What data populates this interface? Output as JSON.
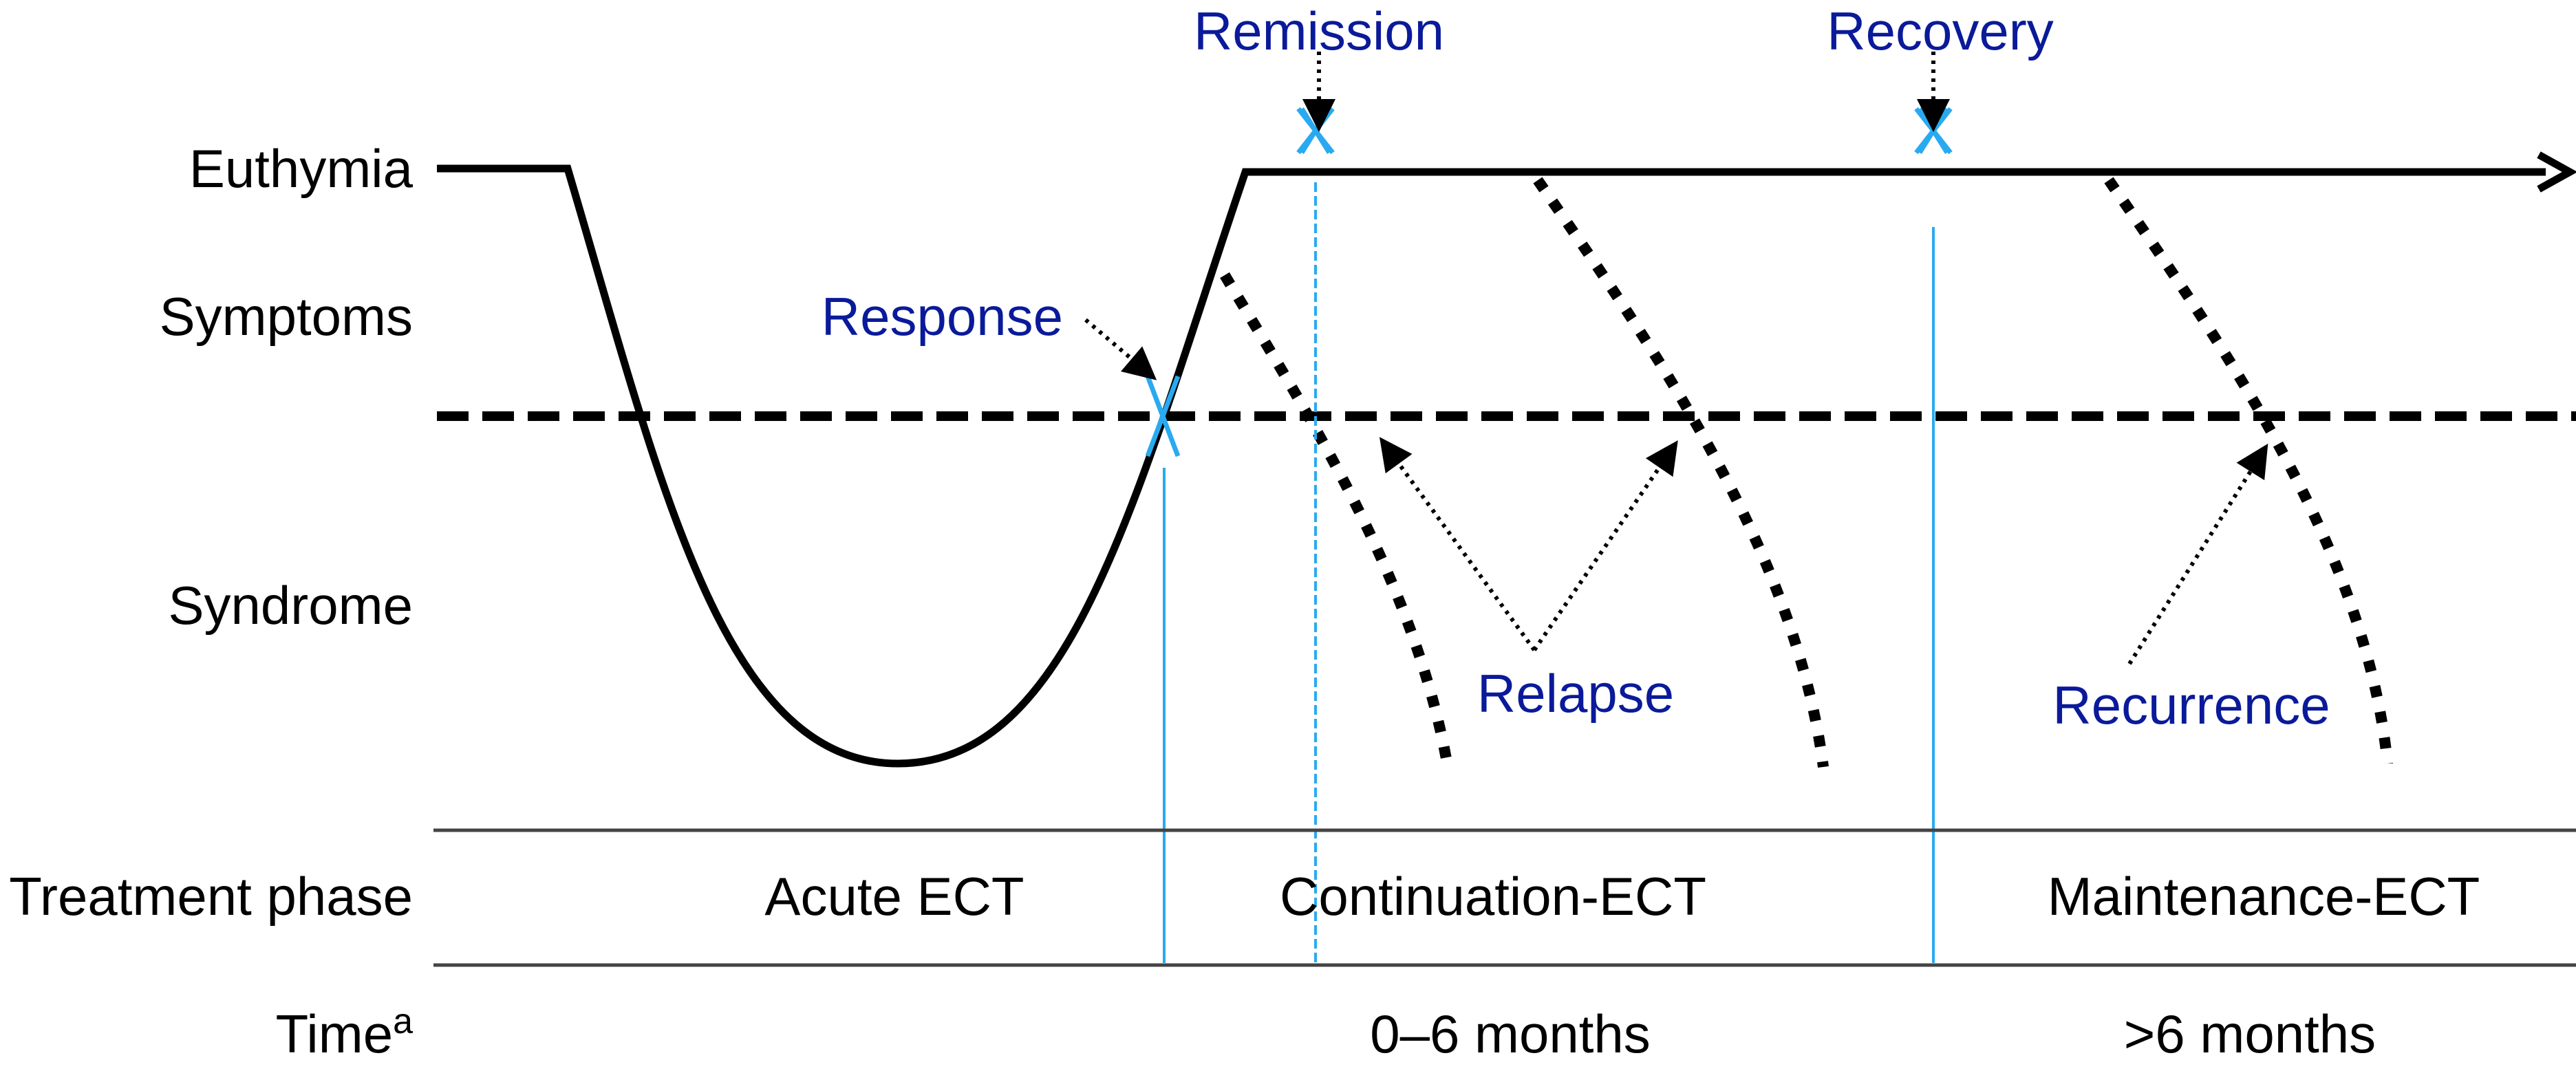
{
  "levels": {
    "euthymia": "Euthymia",
    "symptoms": "Symptoms",
    "syndrome": "Syndrome"
  },
  "events": {
    "remission": "Remission",
    "recovery": "Recovery",
    "response": "Response",
    "relapse": "Relapse",
    "recurrence": "Recurrence"
  },
  "rows": {
    "treatment_phase": "Treatment phase",
    "time": "Time",
    "time_superscript": "a"
  },
  "phases": [
    "Acute ECT",
    "Continuation-ECT",
    "Maintenance-ECT"
  ],
  "durations": [
    "0–6 months",
    ">6 months"
  ],
  "colors": {
    "event_text": "#0a1a9a",
    "marker": "#29aaf0",
    "line": "#000000"
  }
}
